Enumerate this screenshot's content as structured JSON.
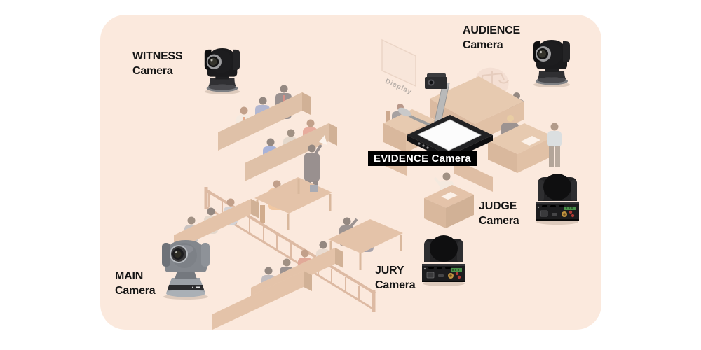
{
  "page": {
    "background": "#ffffff"
  },
  "card": {
    "background": "#fbe9dd",
    "border_radius": 36
  },
  "text_color": "#151515",
  "labels": {
    "witness": {
      "line1": "WITNESS",
      "line2": "Camera"
    },
    "audience": {
      "line1": "AUDIENCE",
      "line2": "Camera"
    },
    "judge": {
      "line1": "JUDGE",
      "line2": "Camera"
    },
    "jury": {
      "line1": "JURY",
      "line2": "Camera"
    },
    "main": {
      "line1": "MAIN",
      "line2": "Camera"
    },
    "evidence": {
      "text": "EVIDENCE Camera",
      "background": "#000000",
      "color": "#ffffff"
    }
  },
  "illustration": {
    "display_label": "Display",
    "emblem_icon": "scales-of-justice",
    "scene": "courtroom-isometric"
  },
  "camera_images": {
    "witness": "ptz-camera-front-black",
    "audience": "ptz-camera-front-black",
    "judge": "ptz-camera-rear-black",
    "jury": "ptz-camera-rear-black",
    "main": "ptz-camera-front-gray",
    "evidence": "document-camera-on-judge-bench"
  }
}
